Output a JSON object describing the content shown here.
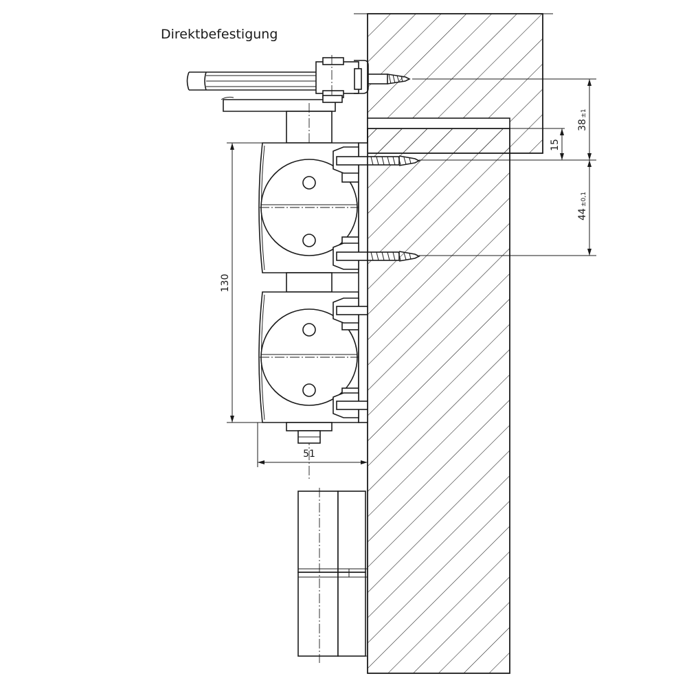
{
  "title": "Direktbefestigung",
  "dimensions": {
    "d38": "38",
    "d38_tol": "±1",
    "d15": "15",
    "d44": "44",
    "d44_tol": "±0,1",
    "d130": "130",
    "d51": "51"
  }
}
